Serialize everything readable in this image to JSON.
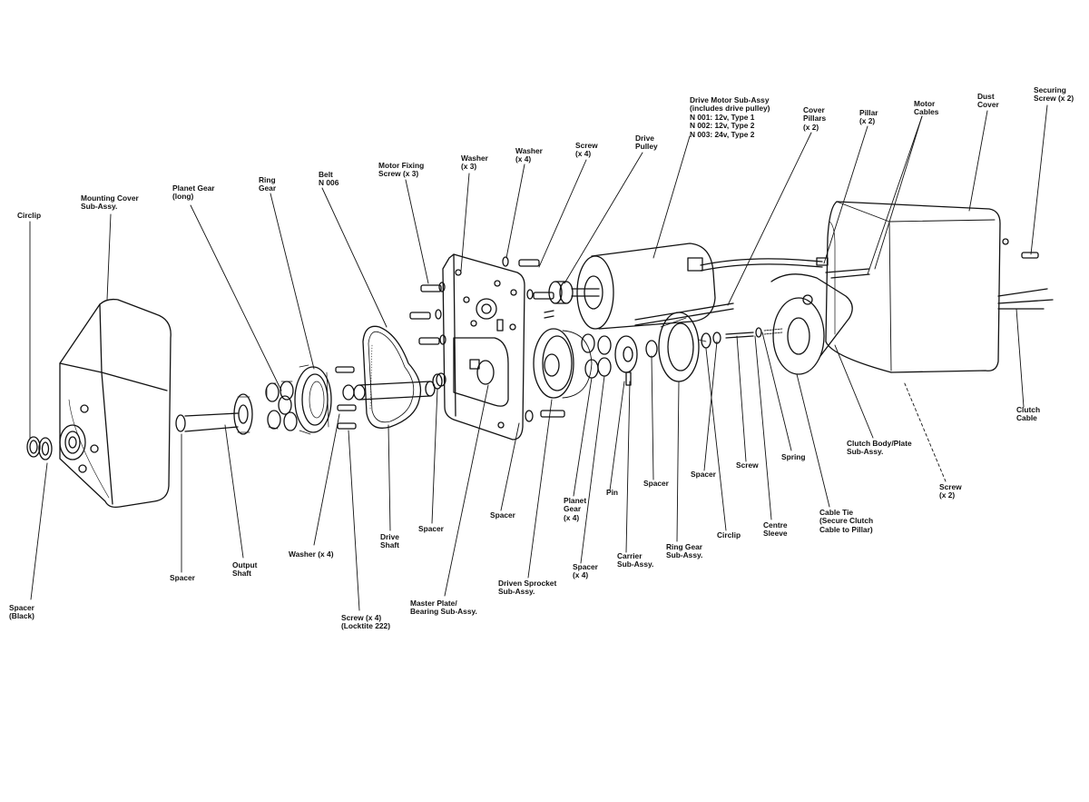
{
  "labels": {
    "circlip_left": [
      "Circlip"
    ],
    "mounting_cover": [
      "Mounting Cover",
      "Sub-Assy."
    ],
    "planet_gear_long": [
      "Planet Gear",
      "(long)"
    ],
    "ring_gear": [
      "Ring",
      "Gear"
    ],
    "belt": [
      "Belt",
      "N 006"
    ],
    "motor_fixing_screw": [
      "Motor Fixing",
      "Screw (x 3)"
    ],
    "washer_x3": [
      "Washer",
      "(x 3)"
    ],
    "washer_x4_top": [
      "Washer",
      "(x 4)"
    ],
    "screw_x4_top": [
      "Screw",
      "(x 4)"
    ],
    "drive_pulley": [
      "Drive",
      "Pulley"
    ],
    "drive_motor": [
      "Drive Motor Sub-Assy",
      "(includes drive pulley)",
      "N 001: 12v, Type 1",
      "N 002: 12v, Type 2",
      "N 003: 24v, Type 2"
    ],
    "cover_pillars": [
      "Cover",
      "Pillars",
      "(x 2)"
    ],
    "pillar": [
      "Pillar",
      "(x 2)"
    ],
    "motor_cables": [
      "Motor",
      "Cables"
    ],
    "dust_cover": [
      "Dust",
      "Cover"
    ],
    "securing_screw": [
      "Securing",
      "Screw (x 2)"
    ],
    "clutch_cable": [
      "Clutch",
      "Cable"
    ],
    "clutch_body": [
      "Clutch Body/Plate",
      "Sub-Assy."
    ],
    "screw_x2_right": [
      "Screw",
      "(x 2)"
    ],
    "spring": [
      "Spring"
    ],
    "screw_mid": [
      "Screw"
    ],
    "spacer_mid_right": [
      "Spacer"
    ],
    "spacer_mid": [
      "Spacer"
    ],
    "pin": [
      "Pin"
    ],
    "planet_gear_x4": [
      "Planet",
      "Gear",
      "(x 4)"
    ],
    "spacer_center": [
      "Spacer"
    ],
    "spacer_drive": [
      "Spacer"
    ],
    "drive_shaft": [
      "Drive",
      "Shaft"
    ],
    "washer_x4_bottom": [
      "Washer (x 4)"
    ],
    "output_shaft": [
      "Output",
      "Shaft"
    ],
    "spacer_left": [
      "Spacer"
    ],
    "spacer_black": [
      "Spacer",
      "(Black)"
    ],
    "screw_locktite": [
      "Screw (x 4)",
      "(Locktite 222)"
    ],
    "master_plate": [
      "Master Plate/",
      "Bearing Sub-Assy."
    ],
    "driven_sprocket": [
      "Driven Sprocket",
      "Sub-Assy."
    ],
    "spacer_x4": [
      "Spacer",
      "(x 4)"
    ],
    "carrier": [
      "Carrier",
      "Sub-Assy."
    ],
    "ring_gear_sub": [
      "Ring Gear",
      "Sub-Assy."
    ],
    "circlip_right": [
      "Circlip"
    ],
    "centre_sleeve": [
      "Centre",
      "Sleeve"
    ],
    "cable_tie": [
      "Cable Tie",
      "(Secure Clutch",
      "Cable to Pillar)"
    ]
  }
}
